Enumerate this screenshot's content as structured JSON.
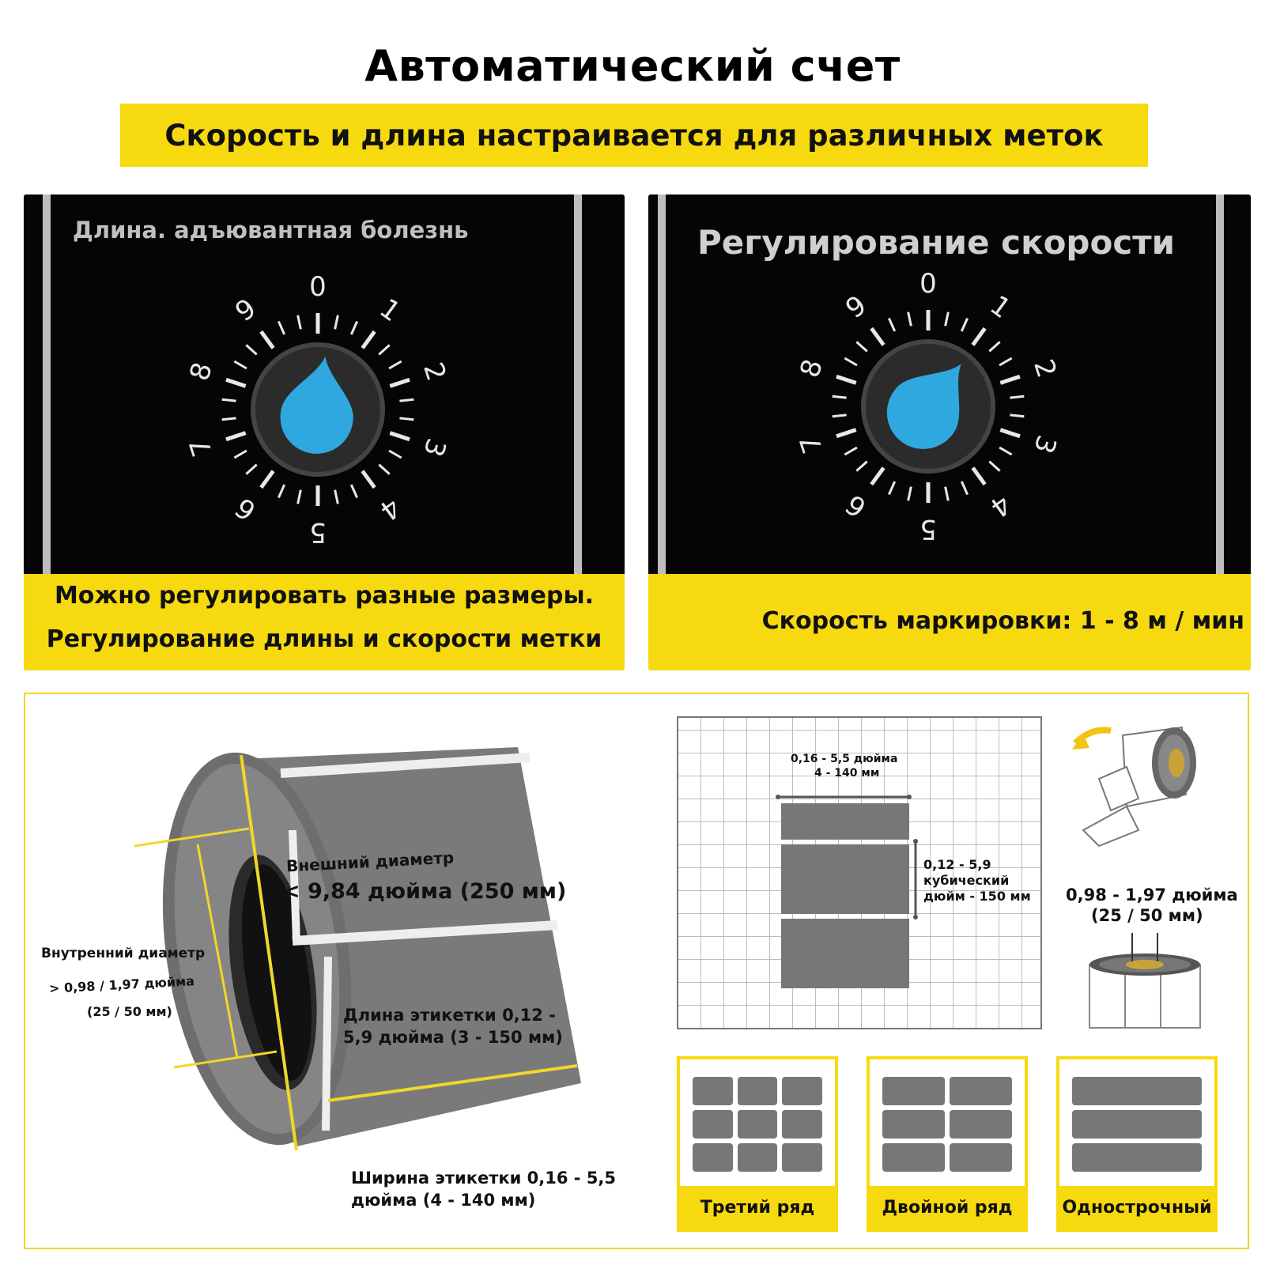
{
  "header": {
    "title": "Автоматический счет",
    "subtitle": "Скорость и длина настраивается для различных меток"
  },
  "length_panel": {
    "heading": "Длина. адъювантная болезнь",
    "caption_line1": "Можно регулировать разные размеры.",
    "caption_line2": "Регулирование длины и скорости метки"
  },
  "speed_panel": {
    "heading": "Регулирование скорости",
    "caption": "Скорость маркировки: 1 - 8 м / мин"
  },
  "dial": {
    "numbers": [
      "0",
      "1",
      "2",
      "3",
      "4",
      "5",
      "6",
      "7",
      "8",
      "9"
    ],
    "knob_color": "#2fa8df"
  },
  "roll_diagram": {
    "outer_diameter_label": "Внешний диаметр",
    "outer_diameter_value": "< 9,84 дюйма (250 мм)",
    "inner_diameter_label": "Внутренний диаметр",
    "inner_diameter_value": "> 0,98 / 1,97 дюйма",
    "inner_diameter_mm": "(25 / 50 мм)",
    "label_length_line1": "Длина этикетки 0,12 -",
    "label_length_line2": "5,9 дюйма (3 - 150 мм)",
    "label_width_line1": "Ширина этикетки 0,16 - 5,5",
    "label_width_line2": "дюйма (4 - 140 мм)"
  },
  "grid_diagram": {
    "width_line1": "0,16 - 5,5 дюйма",
    "width_line2": "4 - 140 мм",
    "height_line1": "0,12 - 5,9",
    "height_line2": "кубический",
    "height_line3": "дюйм - 150 мм"
  },
  "core_diagram": {
    "line1": "0,98 - 1,97 дюйма",
    "line2": "(25 / 50 мм)"
  },
  "row_types": [
    {
      "label": "Третий ряд"
    },
    {
      "label": "Двойной ряд"
    },
    {
      "label": "Однострочный"
    }
  ],
  "colors": {
    "accent_yellow": "#f7d90f",
    "label_gray": "#777777"
  }
}
